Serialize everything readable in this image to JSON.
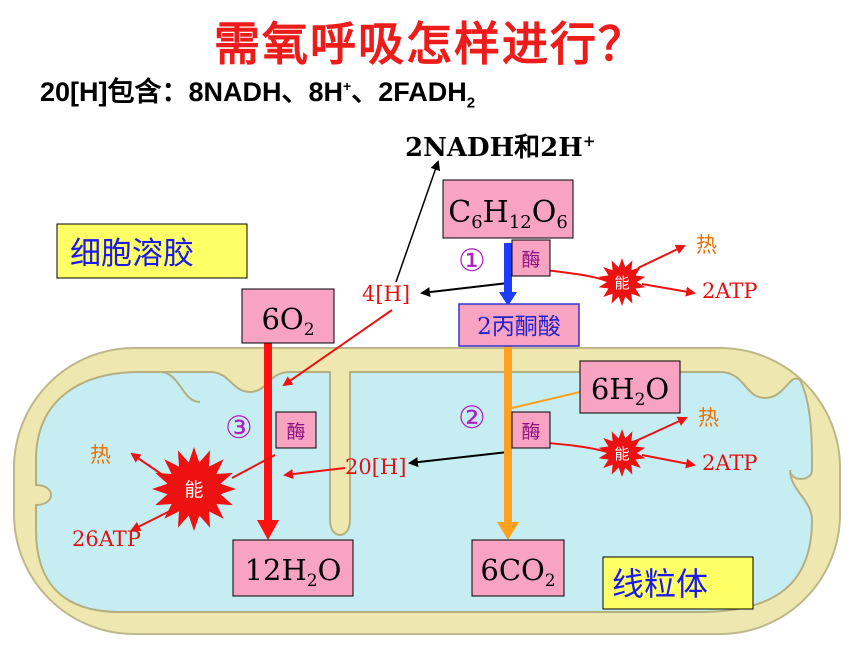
{
  "title": "需氧呼吸怎样进行？",
  "subtitle": {
    "prefix": "20[H]包含：8NADH、8H",
    "sup": "+",
    "middle": "、2FADH",
    "sub": "2"
  },
  "top_label": {
    "text": "2NADH和2H",
    "sup": "+"
  },
  "regions": {
    "cytosol": "细胞溶胶",
    "mitochondrion": "线粒体"
  },
  "stage_numbers": {
    "stage1": "①",
    "stage2": "②",
    "stage3": "③"
  },
  "enzyme": "酶",
  "energy": "能",
  "heat": "热",
  "molecules": {
    "glucose": {
      "parts": [
        "C",
        "6",
        "H",
        "12",
        "O",
        "6"
      ]
    },
    "pyruvate": "2丙酮酸",
    "oxygen": {
      "parts": [
        "6O",
        "2"
      ]
    },
    "water_in": {
      "parts": [
        "6H",
        "2",
        "O"
      ]
    },
    "water_out": {
      "parts": [
        "12H",
        "2",
        "O"
      ]
    },
    "co2": {
      "parts": [
        "6CO",
        "2"
      ]
    }
  },
  "hydrogen": {
    "h4": "4[H]",
    "h20": "20[H]"
  },
  "atp": {
    "stage1": "2ATP",
    "stage2": "2ATP",
    "stage3": "26ATP"
  },
  "colors": {
    "title": "#ee1b1b",
    "pink_box": "#f9a3c3",
    "cytosol_box": "#ffff66",
    "mito_outer": "#eee8b0",
    "mito_inner": "#c6eef2",
    "blue_arrow": "#1e3cff",
    "red_arrow": "#ff1111",
    "orange_arrow": "#ffa01e",
    "label_red": "#e11111",
    "heat_orange": "#f07000",
    "stage_purple": "#b020c0"
  }
}
